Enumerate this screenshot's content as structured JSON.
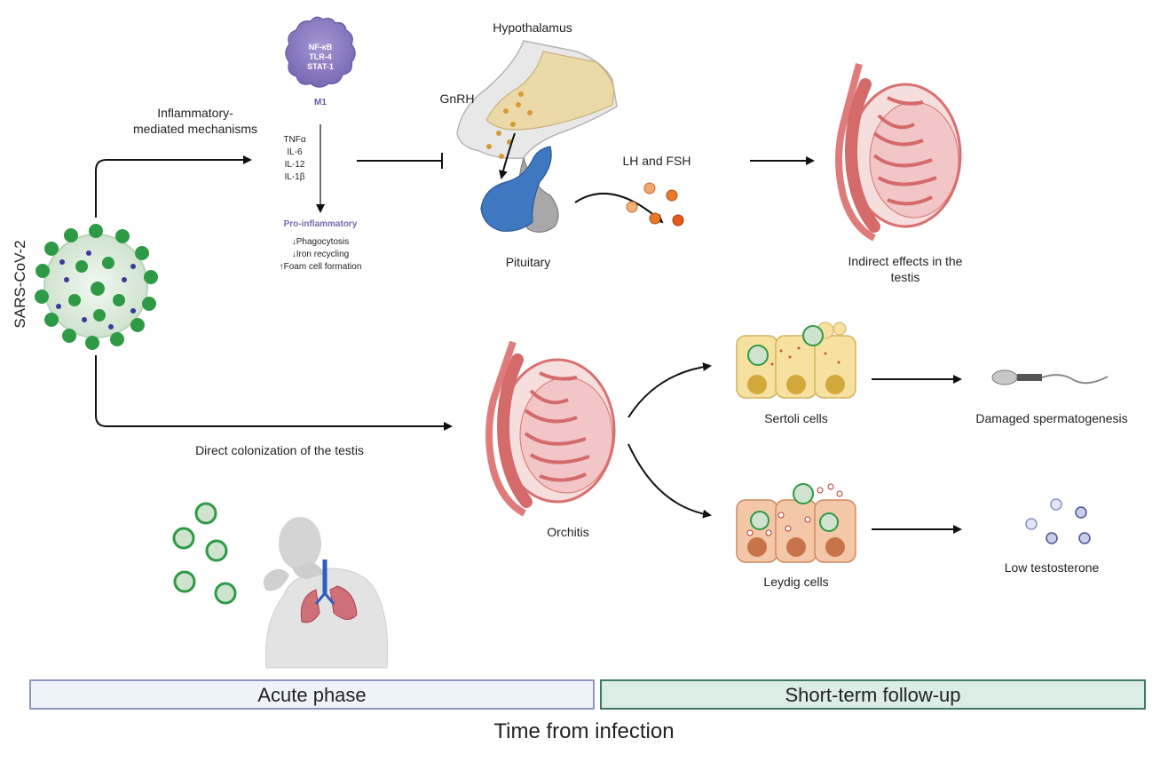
{
  "left_label": "SARS-CoV-2",
  "pathway_top_label": "Inflammatory-\nmediated mechanisms",
  "macrophage": {
    "markers": [
      "NF-κB",
      "TLR-4",
      "STAT-1"
    ],
    "type_label": "M1"
  },
  "cytokines": [
    "TNFα",
    "IL-6",
    "IL-12",
    "IL-1β"
  ],
  "pro_inflammatory": {
    "title": "Pro-inflammatory",
    "effects": [
      "↓Phagocytosis",
      "↓Iron recycling",
      "↑Foam cell formation"
    ]
  },
  "axis": {
    "hypothalamus": "Hypothalamus",
    "gnrh": "GnRH",
    "pituitary": "Pituitary",
    "lh_fsh": "LH and FSH"
  },
  "indirect_label": "Indirect effects in the\ntestis",
  "direct_label": "Direct colonization of the testis",
  "orchitis_label": "Orchitis",
  "sertoli_label": "Sertoli cells",
  "leydig_label": "Leydig cells",
  "damaged_label": "Damaged spermatogenesis",
  "low_t_label": "Low testosterone",
  "phases": {
    "acute": "Acute phase",
    "short_term": "Short-term follow-up"
  },
  "x_axis_label": "Time from infection",
  "colors": {
    "virus_green": "#2f9a45",
    "virus_body": "#d9ead9",
    "macrophage": "#8d7cc0",
    "testis_pink": "#e07b7b",
    "hypothalamus": "#ecd9a8",
    "pituitary_blue": "#3f78c0",
    "hormone_orange": "#e8792b",
    "sertoli": "#f6e1a0",
    "leydig": "#f4c7a8",
    "acute_border": "#8d97bf",
    "short_border": "#3d7a64"
  }
}
